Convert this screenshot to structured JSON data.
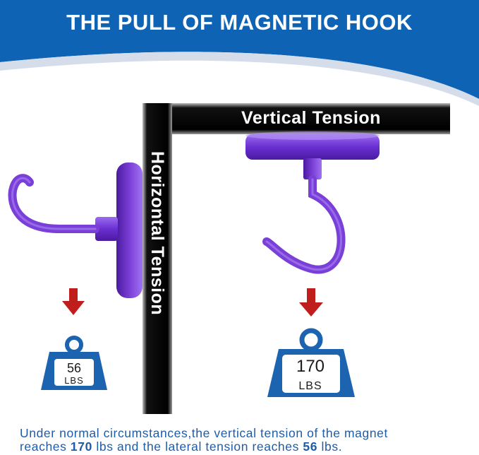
{
  "header": {
    "title": "THE PULL OF MAGNETIC HOOK",
    "colors": {
      "banner": "#0e63b4",
      "accent": "#c8d3e6"
    }
  },
  "diagram": {
    "vertical_label": "Vertical Tension",
    "horizontal_label": "Horizontal Tension",
    "magnet_color": "#7a3fd6",
    "arrow_color": "#c01d1d",
    "weight_color": "#1c63b0"
  },
  "weights": {
    "horizontal": {
      "value": "56",
      "unit": "LBS"
    },
    "vertical": {
      "value": "170",
      "unit": "LBS"
    }
  },
  "caption": {
    "line1": "Under normal circumstances,the vertical tension of the magnet",
    "line2_prefix": "reaches ",
    "line2_value1": "170",
    "line2_middle": " lbs and the lateral tension reaches ",
    "line2_value2": "56",
    "line2_suffix": " lbs."
  }
}
